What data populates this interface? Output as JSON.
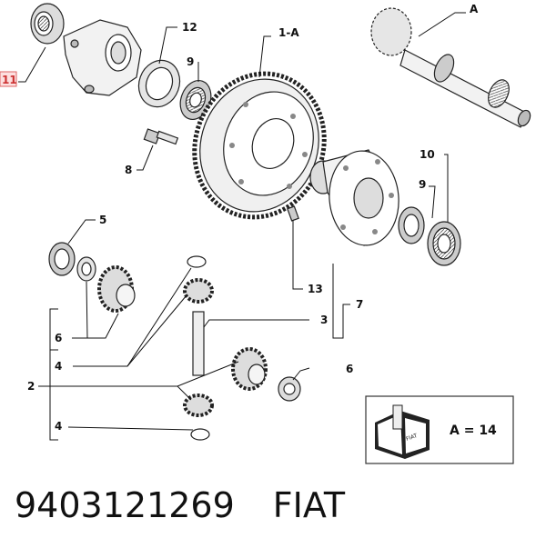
{
  "labels": {
    "l11": "11",
    "l12": "12",
    "l9a": "9",
    "l1a": "1-A",
    "lA": "A",
    "l8": "8",
    "l10": "10",
    "l9b": "9",
    "l5": "5",
    "l13": "13",
    "l7": "7",
    "l6a": "6",
    "l3": "3",
    "l4a": "4",
    "l2": "2",
    "l6b": "6",
    "l4b": "4"
  },
  "legend": {
    "text": "A = 14",
    "box_lettering": "FIAT"
  },
  "footer": {
    "part_number": "9403121269",
    "brand": "FIAT"
  }
}
